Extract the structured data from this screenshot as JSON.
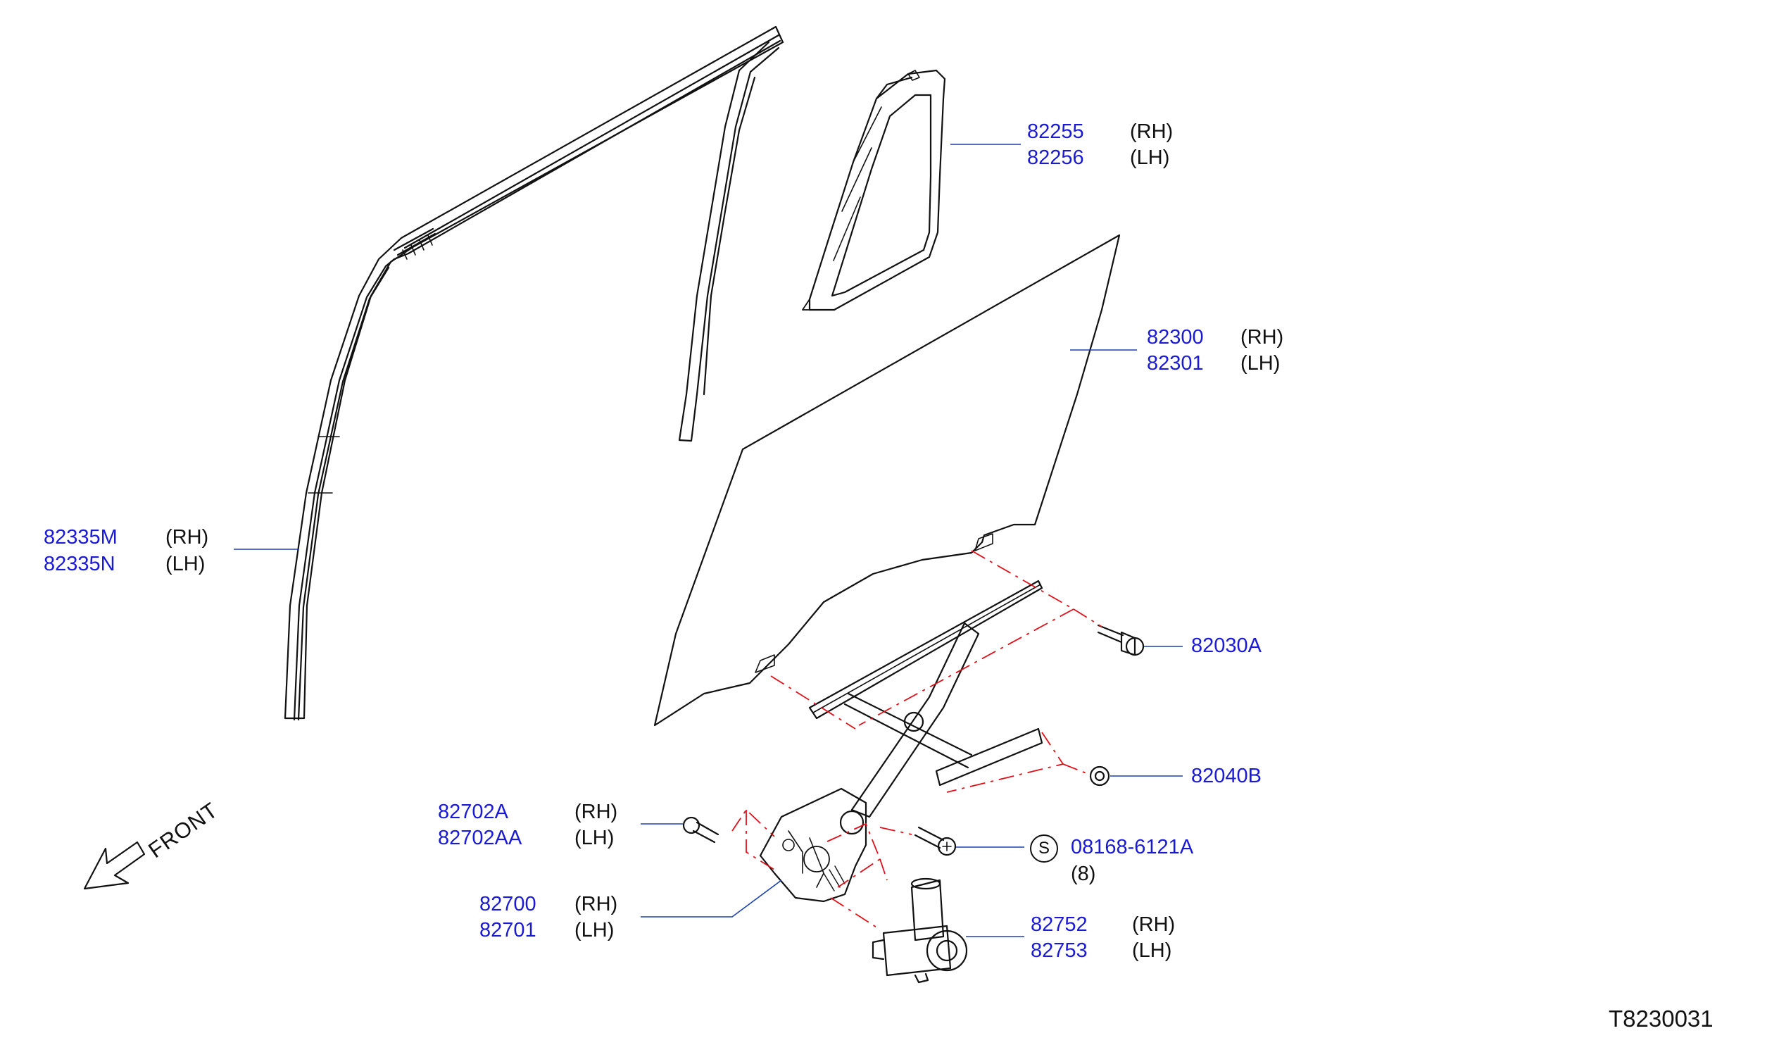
{
  "diagram": {
    "figure_code": "T8230031",
    "direction_label": "FRONT",
    "colors": {
      "part_number": "#1a1ad6",
      "leader": "#1a3fb0",
      "phantom": "#e0101a",
      "line": "#111111"
    },
    "callouts": [
      {
        "part": "82255",
        "side": "(RH)"
      },
      {
        "part": "82256",
        "side": "(LH)"
      },
      {
        "part": "82300",
        "side": "(RH)"
      },
      {
        "part": "82301",
        "side": "(LH)"
      },
      {
        "part": "82335M",
        "side": "(RH)"
      },
      {
        "part": "82335N",
        "side": "(LH)"
      },
      {
        "part": "82030A"
      },
      {
        "part": "82040B"
      },
      {
        "part": "82702A",
        "side": "(RH)"
      },
      {
        "part": "82702AA",
        "side": "(LH)"
      },
      {
        "part": "08168-6121A",
        "symbol": "S",
        "qty": "(8)"
      },
      {
        "part": "82700",
        "side": "(RH)"
      },
      {
        "part": "82701",
        "side": "(LH)"
      },
      {
        "part": "82752",
        "side": "(RH)"
      },
      {
        "part": "82753",
        "side": "(LH)"
      }
    ]
  }
}
